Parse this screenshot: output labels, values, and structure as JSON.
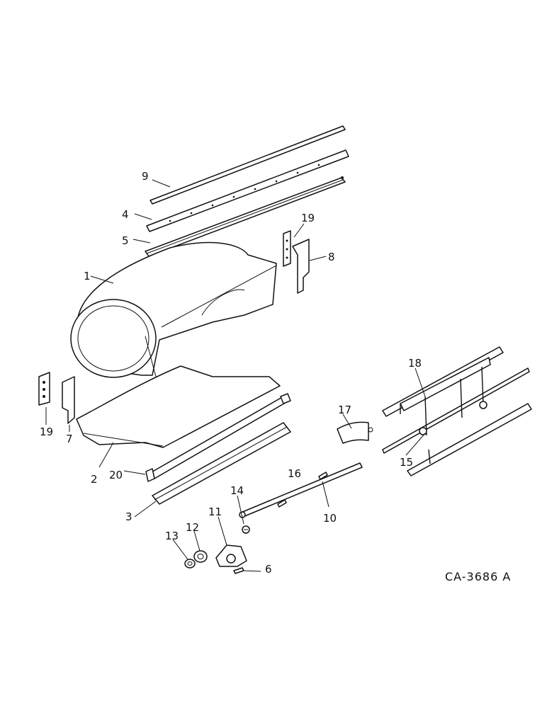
{
  "figure_code": "CA-3686 A",
  "callouts": {
    "c1": "1",
    "c2": "2",
    "c3": "3",
    "c4": "4",
    "c5": "5",
    "c6": "6",
    "c7": "7",
    "c8": "8",
    "c9": "9",
    "c10": "10",
    "c11": "11",
    "c12": "12",
    "c13": "13",
    "c14": "14",
    "c15": "15",
    "c16": "16",
    "c17": "17",
    "c18": "18",
    "c19a": "19",
    "c19b": "19",
    "c20": "20"
  }
}
